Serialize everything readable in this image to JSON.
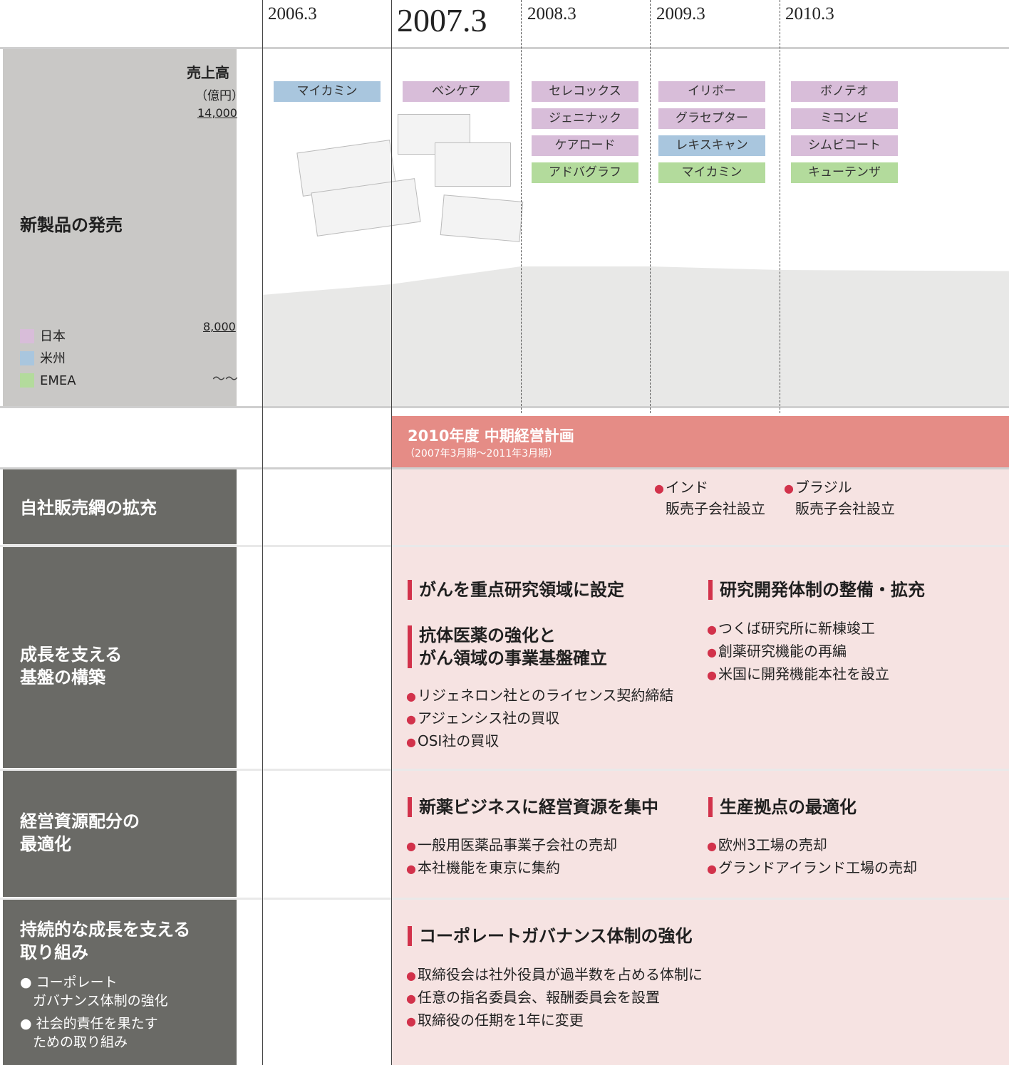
{
  "years": [
    "2006.3",
    "2007.3",
    "2008.3",
    "2009.3",
    "2010.3"
  ],
  "sales": {
    "title": "売上高",
    "unit": "（億円）",
    "tick_top": "14,000",
    "tick_bottom": "8,000",
    "break_mark": "〜〜"
  },
  "section_new_products": "新製品の発売",
  "legend": [
    {
      "label": "日本",
      "color": "#d8bdd9"
    },
    {
      "label": "米州",
      "color": "#a9c6de"
    },
    {
      "label": "EMEA",
      "color": "#b3db9c"
    }
  ],
  "products": {
    "y2006": [
      {
        "name": "マイカミン",
        "region": "us"
      }
    ],
    "y2007": [
      {
        "name": "ベシケア",
        "region": "jp"
      }
    ],
    "y2008": [
      {
        "name": "セレコックス",
        "region": "jp"
      },
      {
        "name": "ジェニナック",
        "region": "jp"
      },
      {
        "name": "ケアロード",
        "region": "jp"
      },
      {
        "name": "アドバグラフ",
        "region": "em"
      }
    ],
    "y2009": [
      {
        "name": "イリボー",
        "region": "jp"
      },
      {
        "name": "グラセプター",
        "region": "jp"
      },
      {
        "name": "レキスキャン",
        "region": "us"
      },
      {
        "name": "マイカミン",
        "region": "em"
      }
    ],
    "y2010": [
      {
        "name": "ボノテオ",
        "region": "jp"
      },
      {
        "name": "ミコンビ",
        "region": "jp"
      },
      {
        "name": "シムビコート",
        "region": "jp"
      },
      {
        "name": "キューテンザ",
        "region": "em"
      }
    ]
  },
  "plan": {
    "title": "2010年度 中期経営計画",
    "period": "（2007年3月期〜2011年3月期）"
  },
  "sections": {
    "sales_network": {
      "title": "自社販売網の拡充",
      "items": [
        {
          "l1": "インド",
          "l2": "販売子会社設立"
        },
        {
          "l1": "ブラジル",
          "l2": "販売子会社設立"
        }
      ]
    },
    "growth": {
      "title1": "成長を支える",
      "title2": "基盤の構築",
      "head_a": "がんを重点研究領域に設定",
      "head_b1": "抗体医薬の強化と",
      "head_b2": "がん領域の事業基盤確立",
      "bullets_b": [
        "リジェネロン社とのライセンス契約締結",
        "アジェンシス社の買収",
        "OSI社の買収"
      ],
      "head_c": "研究開発体制の整備・拡充",
      "bullets_c": [
        "つくば研究所に新棟竣工",
        "創薬研究機能の再編",
        "米国に開発機能本社を設立"
      ]
    },
    "allocation": {
      "title1": "経営資源配分の",
      "title2": "最適化",
      "head_a": "新薬ビジネスに経営資源を集中",
      "bullets_a": [
        "一般用医薬品事業子会社の売却",
        "本社機能を東京に集約"
      ],
      "head_b": "生産拠点の最適化",
      "bullets_b": [
        "欧州3工場の売却",
        "グランドアイランド工場の売却"
      ]
    },
    "sustain": {
      "title1": "持続的な成長を支える",
      "title2": "取り組み",
      "sub": [
        {
          "l1": "コーポレート",
          "l2": "ガバナンス体制の強化"
        },
        {
          "l1": "社会的責任を果たす",
          "l2": "ための取り組み"
        }
      ],
      "head": "コーポレートガバナンス体制の強化",
      "bullets": [
        "取締役会は社外役員が過半数を占める体制に",
        "任意の指名委員会、報酬委員会を設置",
        "取締役の任期を1年に変更"
      ]
    }
  },
  "chart_data": {
    "type": "area",
    "x": [
      "2006.3",
      "2007.3",
      "2008.3",
      "2009.3",
      "2010.3"
    ],
    "values": [
      8900,
      9200,
      9700,
      9700,
      9600
    ],
    "ylim": [
      7500,
      14000
    ],
    "ylabel": "売上高",
    "yticks": [
      "8,000",
      "14,000"
    ]
  }
}
